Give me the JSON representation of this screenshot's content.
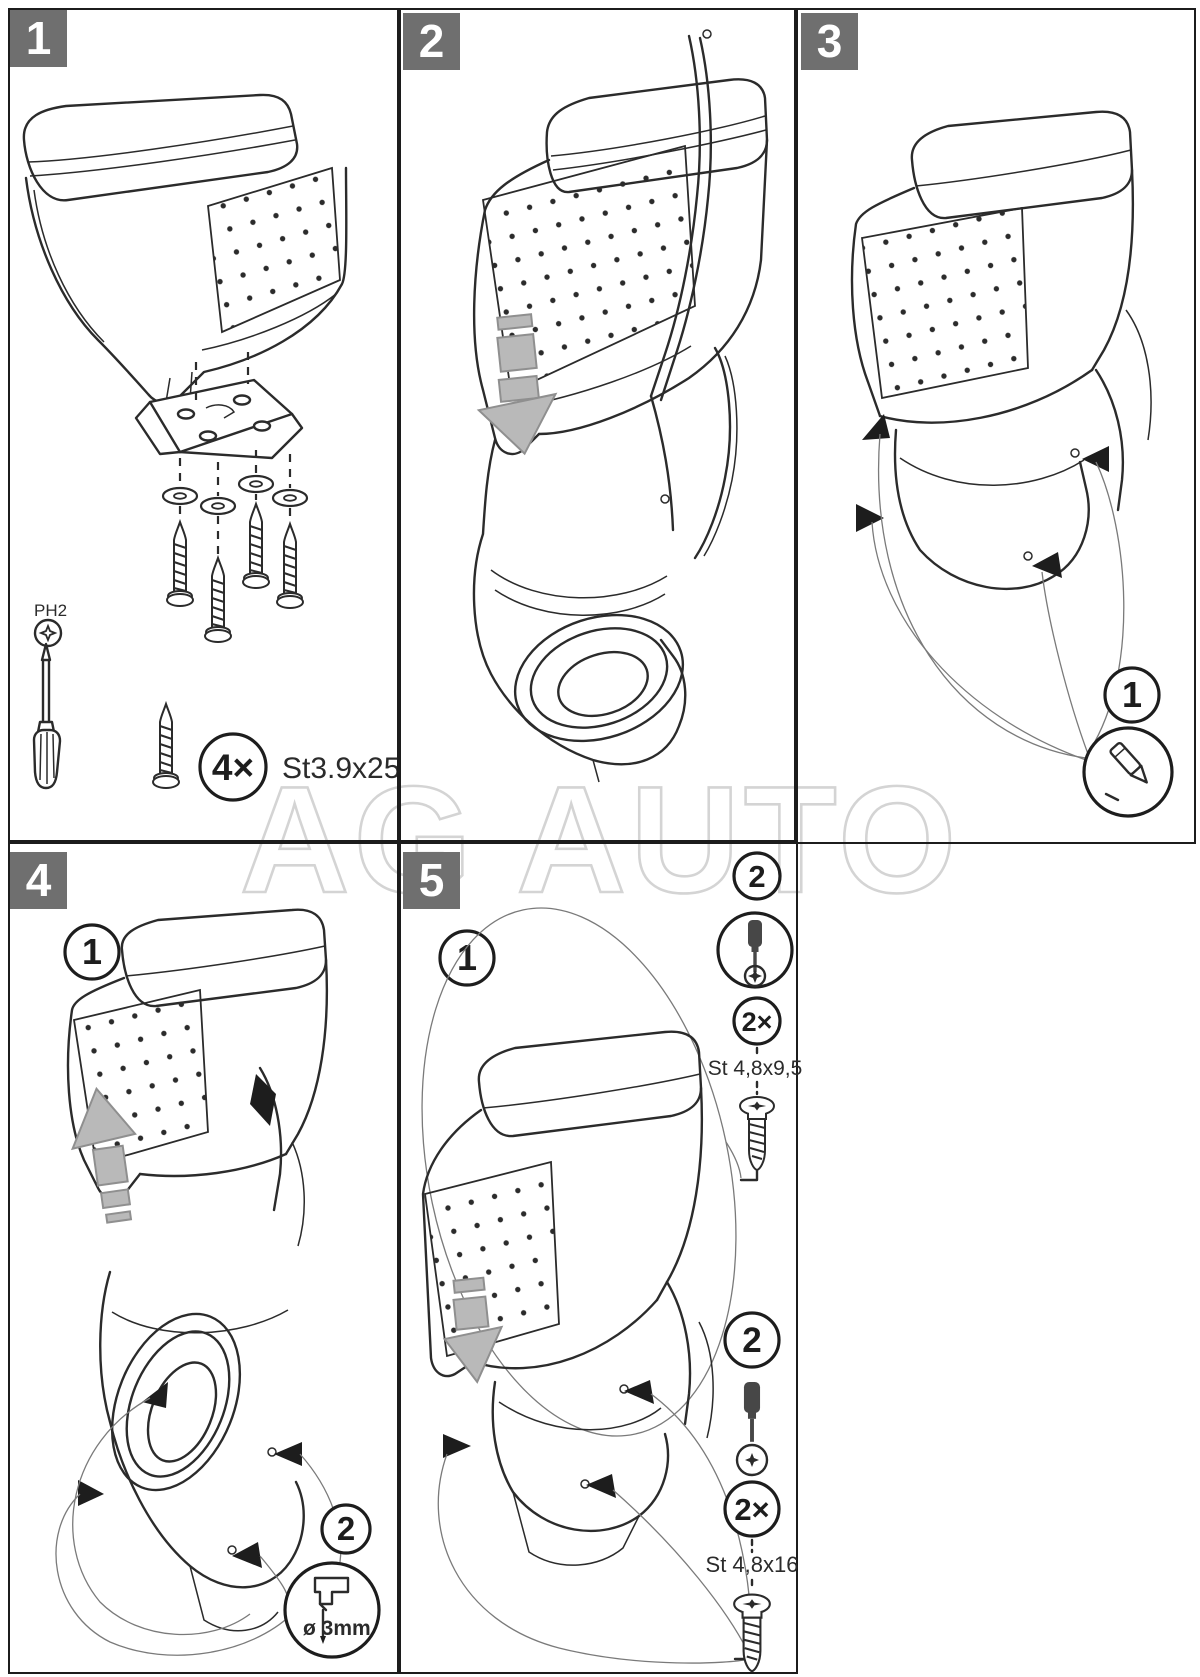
{
  "watermark": "AG AUTO",
  "colors": {
    "badge_gray": "#6f6f6f",
    "line_black": "#2b2b2b",
    "arrow_gray": "#b9b9b9",
    "watermark_gray": "#d4d4d4",
    "handle_dark": "#474747"
  },
  "step1": {
    "badge": "1",
    "bit_label": "PH2",
    "qty_label": "4×",
    "screw_spec": "St3.9x25"
  },
  "step2": {
    "badge": "2"
  },
  "step3": {
    "badge": "3",
    "marker_step": "1"
  },
  "step4": {
    "badge": "4",
    "lift_step": "1",
    "drill_step": "2",
    "drill_spec": "ø 3mm"
  },
  "step5": {
    "badge": "5",
    "place_step": "1",
    "top_callout": {
      "step": "2",
      "qty": "2×",
      "screw_spec": "St 4,8x9,5"
    },
    "bottom_callout": {
      "step": "2",
      "qty": "2×",
      "screw_spec": "St 4,8x16"
    }
  }
}
